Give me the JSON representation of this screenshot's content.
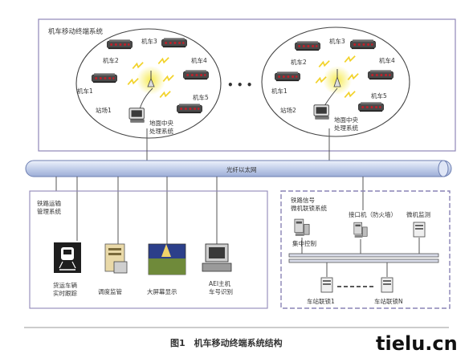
{
  "mobile_system": {
    "title": "机车移动终端系统",
    "ellipsis": "• • •",
    "station1": {
      "label": "站场1",
      "center": "地面中央处理系统",
      "locos": [
        "机车1",
        "机车2",
        "机车3",
        "机车4",
        "机车5"
      ]
    },
    "station2": {
      "label": "站场2",
      "center": "地面中央处理系统",
      "locos": [
        "机车1",
        "机车2",
        "机车3",
        "机车4",
        "机车5"
      ]
    }
  },
  "network": {
    "label": "光纤以太网"
  },
  "railway_mgmt": {
    "title": "铁路运输管理系统",
    "items": [
      {
        "label": "货运车辆实时跟踪",
        "icon": "train-icon"
      },
      {
        "label": "调度监管",
        "icon": "server-icon"
      },
      {
        "label": "大屏幕显示",
        "icon": "big-screen-icon"
      },
      {
        "label": "AEI主机车号识别",
        "icon": "aei-host-icon"
      }
    ]
  },
  "interlock": {
    "title": "铁路信号微机联锁系统",
    "gateway": "接口机（防火墙）",
    "monitor": "微机监测",
    "central": "集中控制",
    "station_a": "车站联锁1",
    "station_b": "车站联锁N"
  },
  "caption": "图1　机车移动终端系统结构",
  "watermark": "tielu.cn",
  "colors": {
    "loco_body": "#4a4a4a",
    "loco_light": "#c0202a",
    "wireless": "#f2e23a",
    "fiber_bus": "#c8d4ec",
    "frame": "#8f87b8",
    "dashed_frame": "#8a84b5"
  }
}
